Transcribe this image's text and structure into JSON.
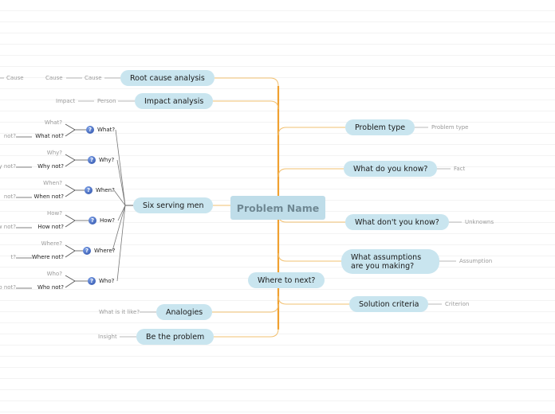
{
  "central": "Problem Name",
  "right": [
    {
      "label": "Problem type",
      "leaf": "Problem type"
    },
    {
      "label": "What do you know?",
      "leaf": "Fact"
    },
    {
      "label": "What don't you know?",
      "leaf": "Unknowns"
    },
    {
      "label": "What assumptions are you making?",
      "leaf": "Assumption"
    },
    {
      "label": "Solution criteria",
      "leaf": "Criterion"
    }
  ],
  "left": {
    "root_cause": {
      "label": "Root cause analysis",
      "chain": [
        "Cause",
        "Cause",
        "Cause"
      ]
    },
    "impact": {
      "label": "Impact analysis",
      "chain": [
        "Person",
        "Impact"
      ]
    },
    "six_serving_men": {
      "label": "Six serving men",
      "items": [
        {
          "label": "What?",
          "sub_top": "What?",
          "sub_bottom": "What not?",
          "outer": "not?"
        },
        {
          "label": "Why?",
          "sub_top": "Why?",
          "sub_bottom": "Why not?",
          "outer": "y not?"
        },
        {
          "label": "When?",
          "sub_top": "When?",
          "sub_bottom": "When not?",
          "outer": "not?"
        },
        {
          "label": "How?",
          "sub_top": "How?",
          "sub_bottom": "How not?",
          "outer": "w not?"
        },
        {
          "label": "Where?",
          "sub_top": "Where?",
          "sub_bottom": "Where not?",
          "outer": "t?"
        },
        {
          "label": "Who?",
          "sub_top": "Who?",
          "sub_bottom": "Who not?",
          "outer": "o not?"
        }
      ]
    },
    "where_next": {
      "label": "Where to next?"
    },
    "analogies": {
      "label": "Analogies",
      "leaf": "What is it like?"
    },
    "be_problem": {
      "label": "Be the problem",
      "leaf": "Insight"
    }
  },
  "icons": {
    "question": "question-icon"
  },
  "colors": {
    "trunk": "#f0a030",
    "branch": "#f2c070",
    "node": "#c9e5ef",
    "leaf_line": "#a0a0a0",
    "sub_line": "#555555"
  }
}
